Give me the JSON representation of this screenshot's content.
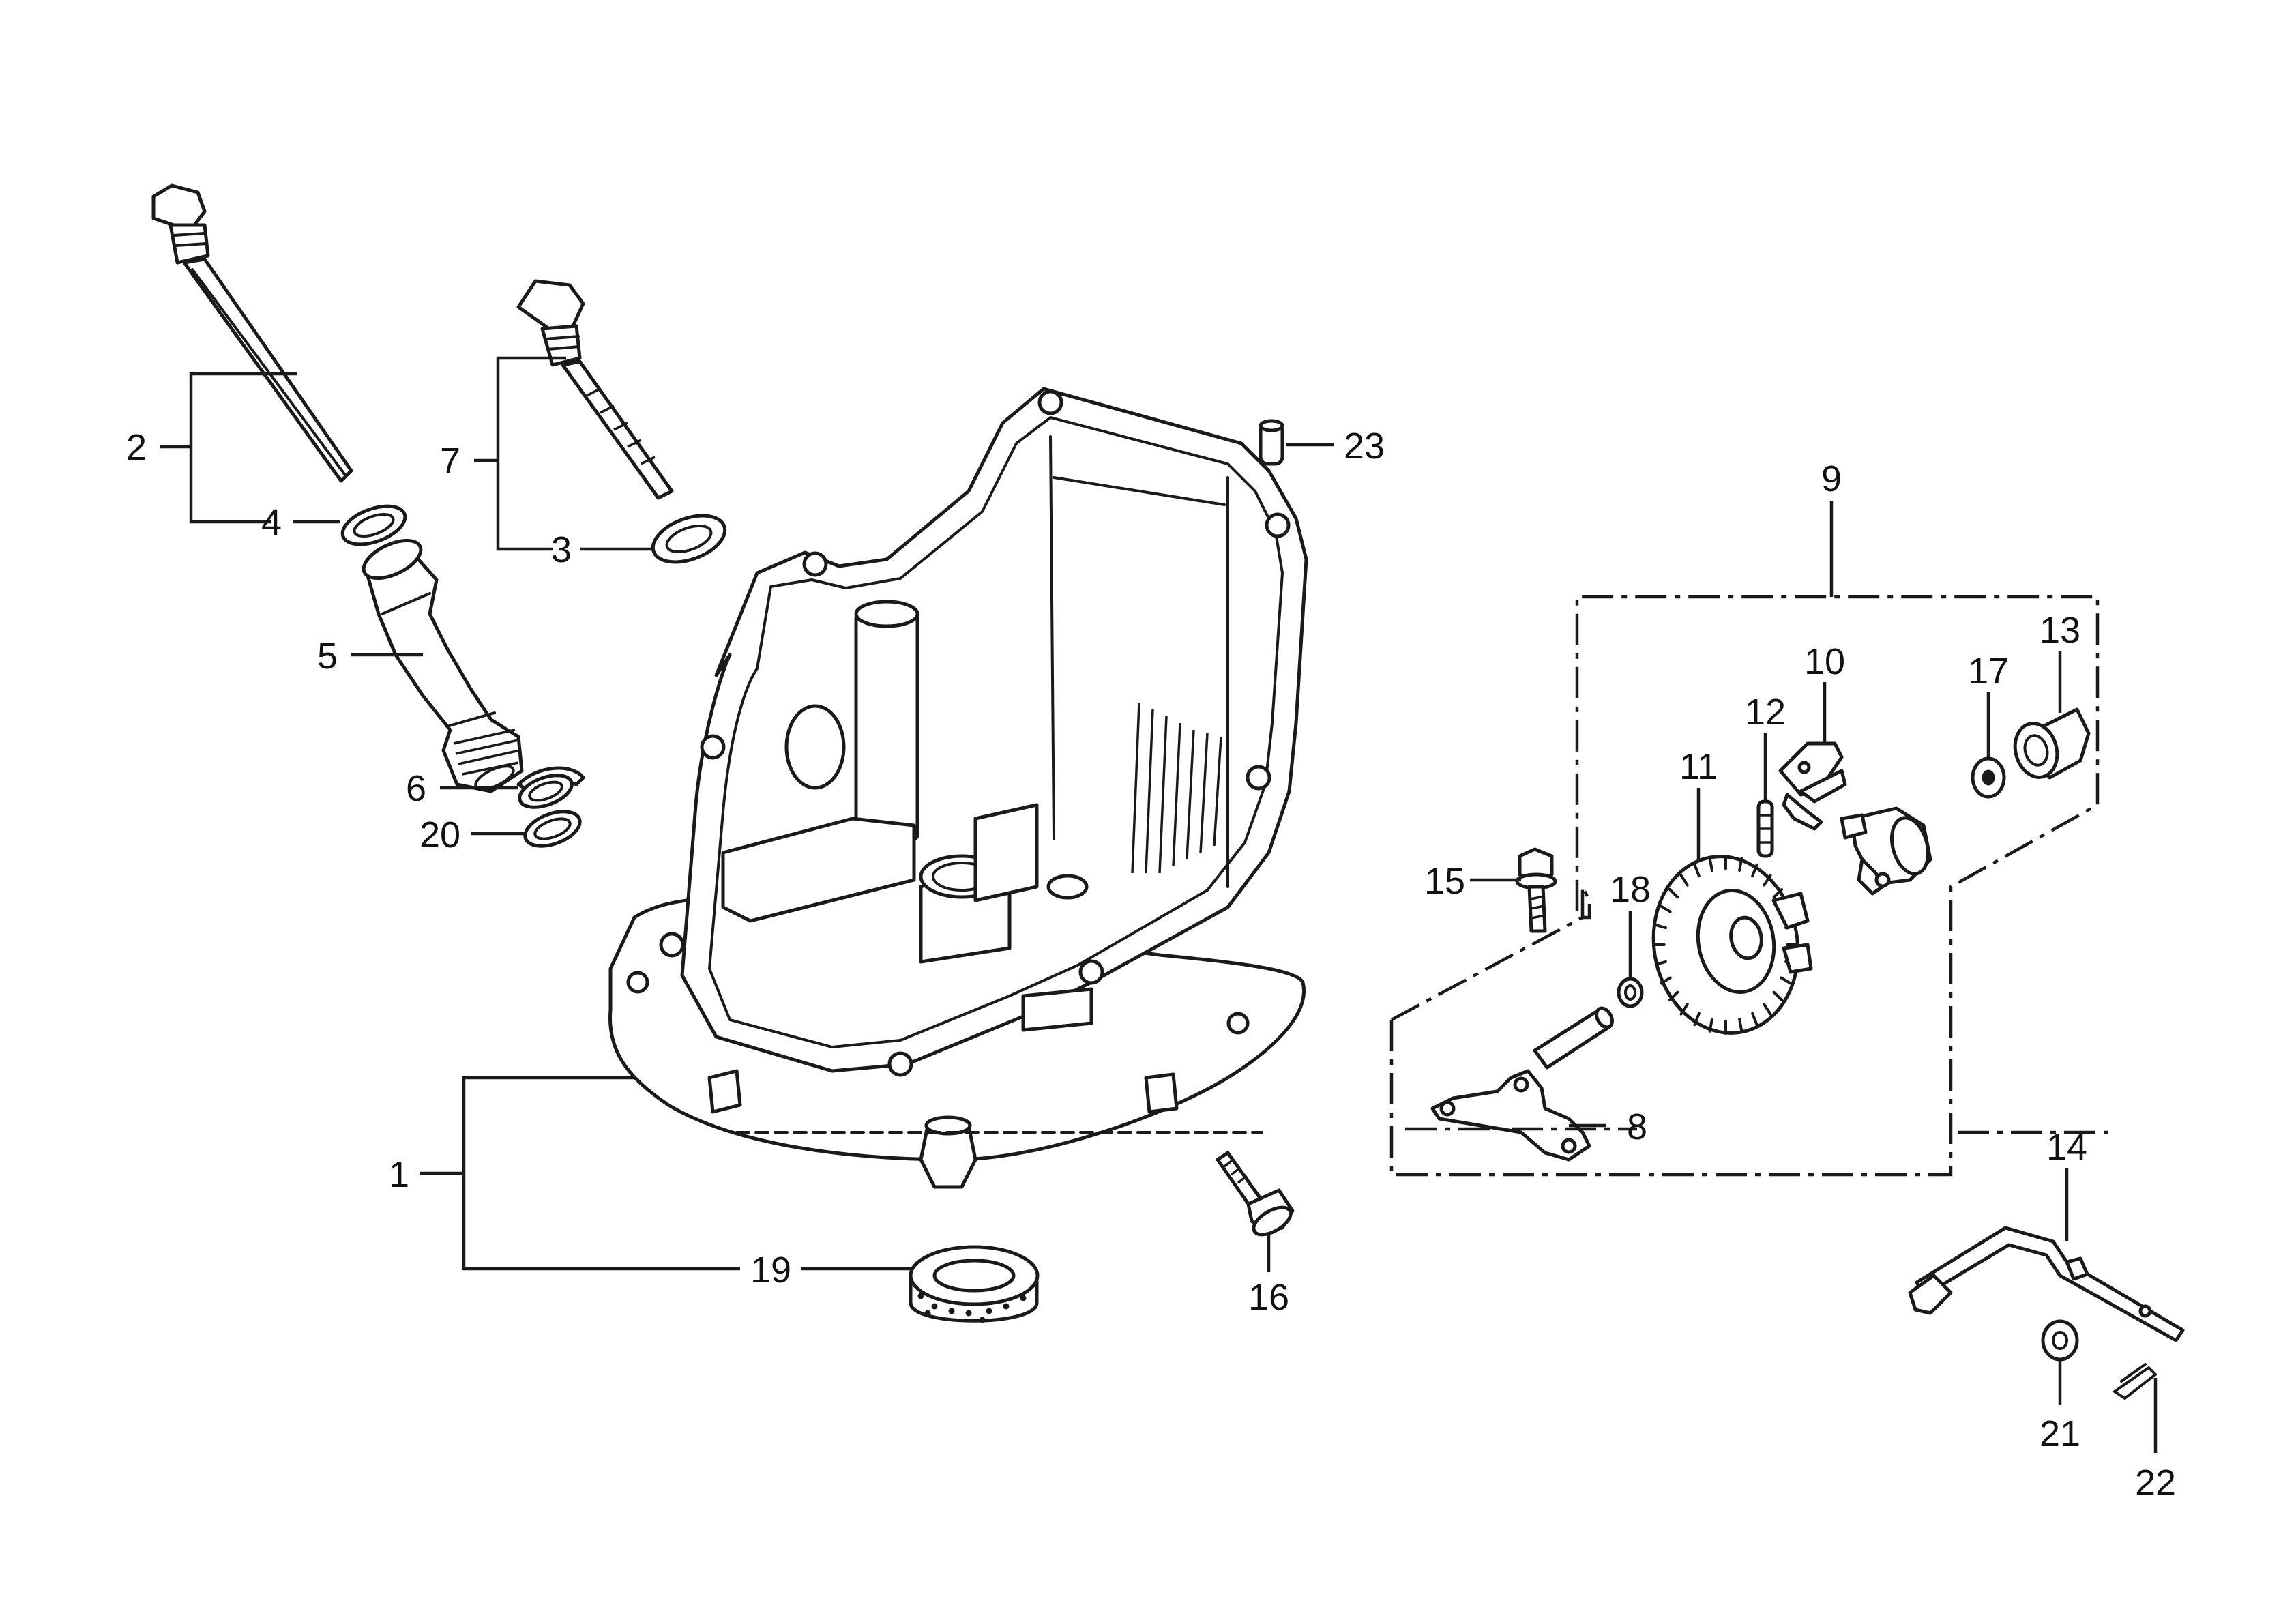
{
  "diagram": {
    "kind": "exploded parts diagram",
    "line_color": "#1a1a1a",
    "background": "#ffffff",
    "callouts": [
      "1",
      "2",
      "3",
      "4",
      "5",
      "6",
      "7",
      "8",
      "9",
      "10",
      "11",
      "12",
      "13",
      "14",
      "15",
      "16",
      "17",
      "18",
      "19",
      "20",
      "21",
      "22",
      "23"
    ]
  }
}
